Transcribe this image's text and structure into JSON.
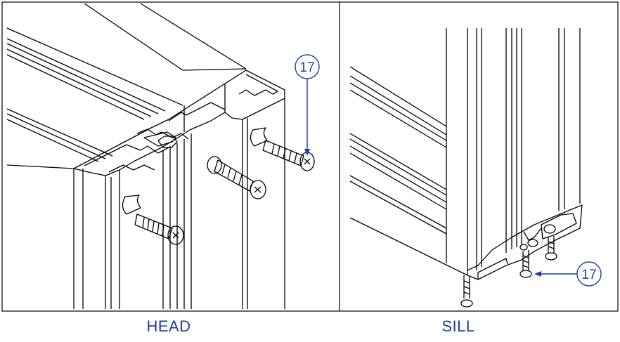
{
  "panels": [
    {
      "id": "head",
      "caption": "HEAD",
      "callout": "17"
    },
    {
      "id": "sill",
      "caption": "SILL",
      "callout": "17"
    }
  ],
  "colors": {
    "line": "#000000",
    "callout": "#1f3f9a",
    "caption": "#1f3f9a",
    "background": "#ffffff"
  }
}
